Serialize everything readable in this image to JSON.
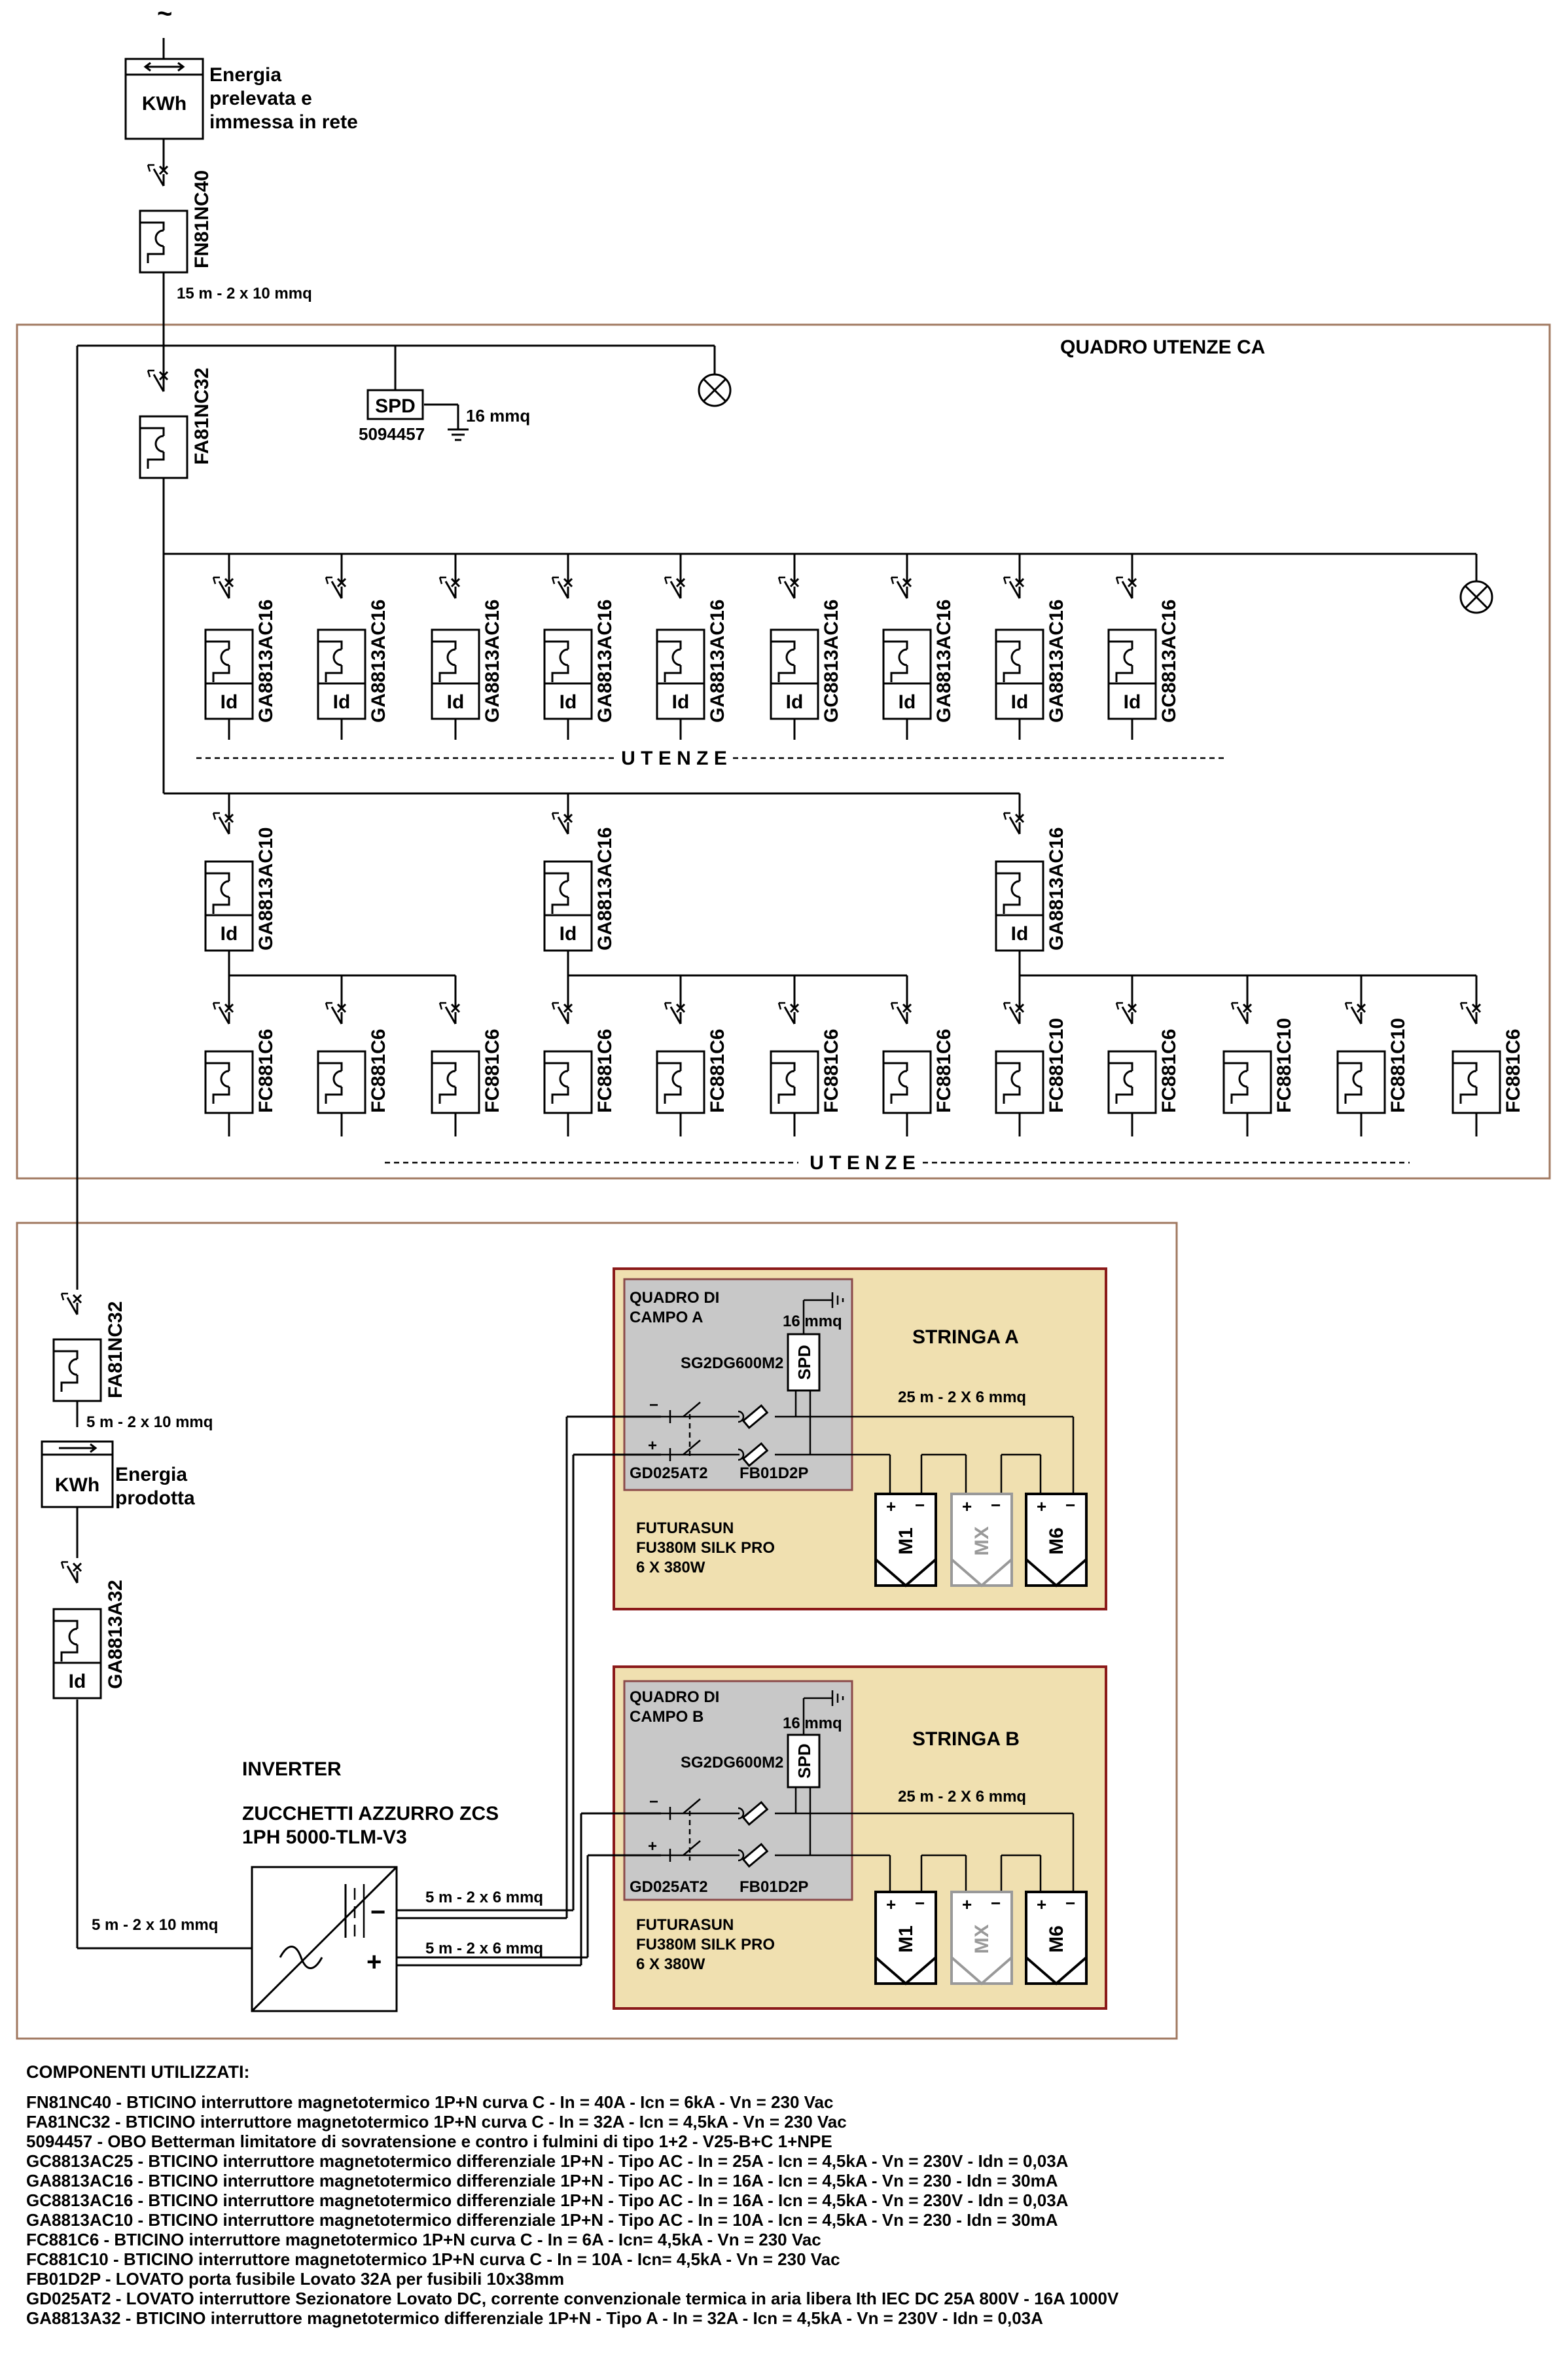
{
  "meter_top": {
    "tilde": "~",
    "unit": "KWh",
    "label_lines": [
      "Energia",
      "prelevata e",
      "immessa in rete"
    ]
  },
  "cables": {
    "main_in": "15 m - 2 x 10 mmq",
    "pv_out": "5 m - 2 x 10 mmq",
    "inverter_ac": "5 m - 2 x 10 mmq",
    "dc_a": "5 m - 2 x 6 mmq",
    "dc_b": "5 m - 2 x 6 mmq",
    "spd_ground": "16 mmq"
  },
  "main_breaker": "FN81NC40",
  "panel_ca": {
    "title": "QUADRO UTENZE CA",
    "breaker": "FA81NC32",
    "spd_label": "SPD",
    "spd_code": "5094457",
    "row1_labels": [
      "GA8813AC16",
      "GA8813AC16",
      "GA8813AC16",
      "GA8813AC16",
      "GA8813AC16",
      "GC8813AC16",
      "GA8813AC16",
      "GA8813AC16",
      "GC8813AC16"
    ],
    "id_label": "Id",
    "row2_labels": [
      "GA8813AC10",
      "GA8813AC16",
      "GA8813AC16"
    ],
    "row3_labels": [
      "FC881C6",
      "FC881C6",
      "FC881C6",
      "FC881C6",
      "FC881C6",
      "FC881C6",
      "FC881C6",
      "FC881C10",
      "FC881C6",
      "FC881C10",
      "FC881C10",
      "FC881C6"
    ],
    "utenze_label": "U T E N Z E"
  },
  "pv_section": {
    "breaker": "FA81NC32",
    "meter_unit": "KWh",
    "meter_label_lines": [
      "Energia",
      "prodotta"
    ],
    "rcbo": "GA8813A32",
    "inverter_title": "INVERTER",
    "inverter_model_lines": [
      "ZUCCHETTI AZZURRO ZCS",
      "1PH 5000-TLM-V3"
    ],
    "minus_sign": "−",
    "plus_sign": "+",
    "fields": [
      {
        "title_lines": [
          "QUADRO DI",
          "CAMPO A"
        ],
        "spd_cable": "16 mmq",
        "spd_code": "SG2DG600M2",
        "spd_label": "SPD",
        "string_title": "STRINGA A",
        "string_cable": "25 m - 2 X 6 mmq",
        "switch_code": "GD025AT2",
        "fuse_code": "FB01D2P",
        "module_lines": [
          "FUTURASUN",
          "FU380M SILK PRO",
          "6 X 380W"
        ],
        "modules": [
          "M1",
          "MX",
          "M6"
        ]
      },
      {
        "title_lines": [
          "QUADRO DI",
          "CAMPO B"
        ],
        "spd_cable": "16 mmq",
        "spd_code": "SG2DG600M2",
        "spd_label": "SPD",
        "string_title": "STRINGA B",
        "string_cable": "25 m - 2 X 6 mmq",
        "switch_code": "GD025AT2",
        "fuse_code": "FB01D2P",
        "module_lines": [
          "FUTURASUN",
          "FU380M SILK PRO",
          "6 X 380W"
        ],
        "modules": [
          "M1",
          "MX",
          "M6"
        ]
      }
    ]
  },
  "colors": {
    "frame": "#a07860",
    "field_fill": "#f0e0b0",
    "field_border": "#8b1a1a",
    "inner_fill": "#c8c8c8",
    "module_ghost": "#999999"
  },
  "components": {
    "title": "COMPONENTI UTILIZZATI:",
    "items": [
      "FN81NC40 - BTICINO interruttore magnetotermico 1P+N curva C - In = 40A - Icn = 6kA - Vn = 230 Vac",
      "FA81NC32 - BTICINO interruttore magnetotermico 1P+N curva C - In = 32A - Icn = 4,5kA - Vn = 230 Vac",
      "5094457 - OBO Betterman limitatore di sovratensione e contro i fulmini di tipo 1+2 - V25-B+C 1+NPE",
      "GC8813AC25 - BTICINO interruttore magnetotermico differenziale 1P+N - Tipo AC - In = 25A - Icn = 4,5kA - Vn = 230V - Idn = 0,03A",
      "GA8813AC16 - BTICINO interruttore magnetotermico differenziale 1P+N - Tipo AC - In = 16A - Icn = 4,5kA - Vn = 230  - Idn = 30mA",
      "GC8813AC16 - BTICINO interruttore magnetotermico differenziale 1P+N - Tipo AC - In = 16A - Icn = 4,5kA - Vn = 230V - Idn = 0,03A",
      "GA8813AC10 - BTICINO interruttore magnetotermico differenziale 1P+N - Tipo AC - In = 10A - Icn = 4,5kA - Vn = 230  - Idn = 30mA",
      "FC881C6 - BTICINO interruttore magnetotermico 1P+N curva C - In = 6A - Icn= 4,5kA - Vn = 230 Vac",
      "FC881C10 - BTICINO interruttore magnetotermico 1P+N curva C - In = 10A - Icn= 4,5kA - Vn = 230 Vac",
      "FB01D2P - LOVATO porta fusibile Lovato 32A per fusibili 10x38mm",
      "GD025AT2 - LOVATO interruttore Sezionatore Lovato DC, corrente convenzionale termica in aria libera Ith IEC DC 25A 800V - 16A 1000V",
      "GA8813A32 - BTICINO interruttore magnetotermico differenziale 1P+N - Tipo A - In = 32A - Icn = 4,5kA - Vn = 230V - Idn = 0,03A"
    ]
  }
}
